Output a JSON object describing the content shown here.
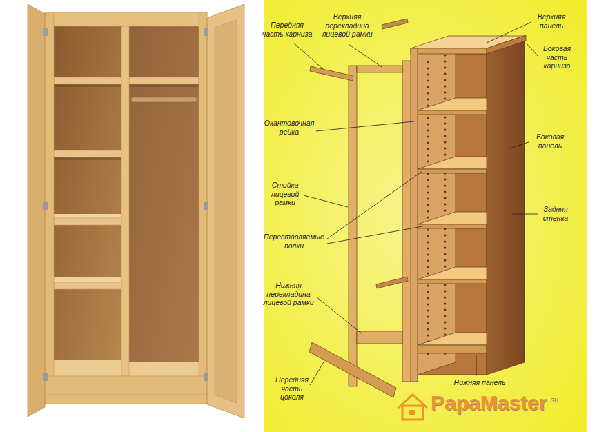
{
  "diagram": {
    "labels": [
      "Передняя часть карниза",
      "Верхняя перекладина лицевой рамки",
      "Верхняя панель",
      "Боковая часть карниза",
      "Окантовочная рейка",
      "Боковая панель",
      "Стойка лицевой рамки",
      "Задняя стенка",
      "Переставляемые полки",
      "Нижняя перекладина лицевой рамки",
      "Нижняя панель",
      "Передняя часть цоколя",
      "PapaMaster",
      ".su"
    ]
  }
}
